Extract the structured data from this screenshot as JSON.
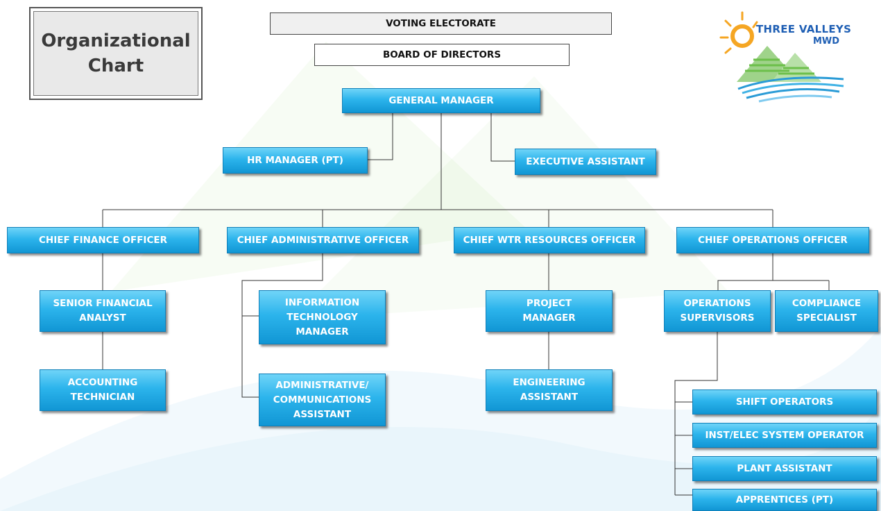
{
  "title": {
    "line1": "Organizational",
    "line2": "Chart"
  },
  "voting_electorate": "VOTING ELECTORATE",
  "board_of_directors": "BOARD OF DIRECTORS",
  "logo": {
    "name_line1": "THREE VALLEYS",
    "name_line2": "MWD"
  },
  "general_manager": "GENERAL MANAGER",
  "hr_manager": "HR MANAGER (PT)",
  "executive_assistant": "EXECUTIVE ASSISTANT",
  "chiefs": {
    "finance": "CHIEF FINANCE OFFICER",
    "administrative": "CHIEF ADMINISTRATIVE OFFICER",
    "water_resources": "CHIEF WTR RESOURCES OFFICER",
    "operations": "CHIEF OPERATIONS OFFICER"
  },
  "finance": {
    "senior_analyst": [
      "SENIOR FINANCIAL",
      "ANALYST"
    ],
    "accounting_technician": [
      "ACCOUNTING",
      "TECHNICIAN"
    ]
  },
  "administrative": {
    "it_manager": [
      "INFORMATION",
      "TECHNOLOGY",
      "MANAGER"
    ],
    "comm_assistant": [
      "ADMINISTRATIVE/",
      "COMMUNICATIONS",
      "ASSISTANT"
    ]
  },
  "water_resources": {
    "project_manager": [
      "PROJECT",
      "MANAGER"
    ],
    "engineering_assistant": [
      "ENGINEERING",
      "ASSISTANT"
    ]
  },
  "operations": {
    "supervisors": [
      "OPERATIONS",
      "SUPERVISORS"
    ],
    "compliance": [
      "COMPLIANCE",
      "SPECIALIST"
    ],
    "shift_operators": "SHIFT OPERATORS",
    "inst_elec": "INST/ELEC SYSTEM OPERATOR",
    "plant_assistant": "PLANT ASSISTANT",
    "apprentices": "APPRENTICES (PT)"
  },
  "colors": {
    "box_top": "#6fd4f8",
    "box_bottom": "#1196d4",
    "logo_blue": "#1f5fb4",
    "sun": "#f5a623"
  }
}
